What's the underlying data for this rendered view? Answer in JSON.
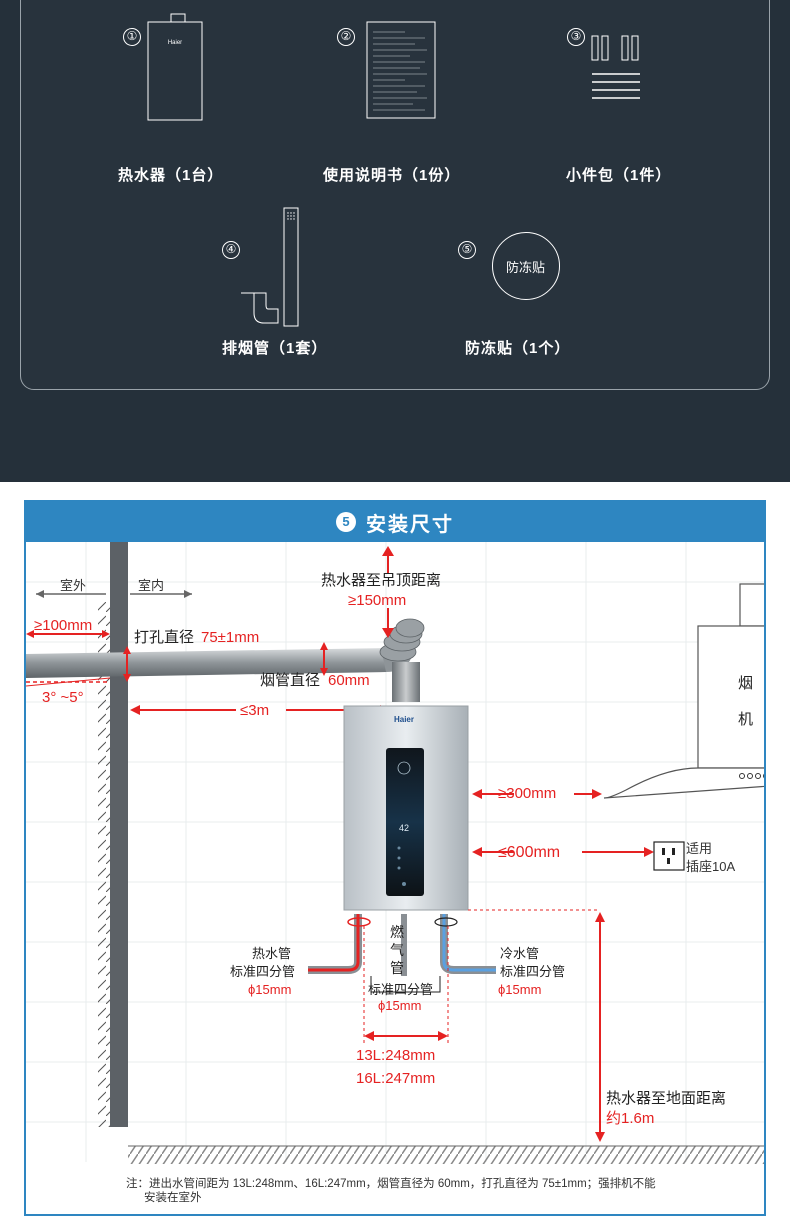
{
  "contents": {
    "items": [
      {
        "num": "①",
        "label": "热水器（1台）",
        "brand": "Haier"
      },
      {
        "num": "②",
        "label": "使用说明书（1份）"
      },
      {
        "num": "③",
        "label": "小件包（1件）"
      },
      {
        "num": "④",
        "label": "排烟管（1套）"
      },
      {
        "num": "⑤",
        "label": "防冻贴（1个）",
        "sticker_text": "防冻贴"
      }
    ]
  },
  "install": {
    "section_num": "5",
    "title": "安装尺寸",
    "outdoor": "室外",
    "indoor": "室内",
    "ceiling_label": "热水器至吊顶距离",
    "ceiling_value": "≥150mm",
    "wall_extend": "≥100mm",
    "hole_label": "打孔直径",
    "hole_value": "75±1mm",
    "angle": "3°  ~5°",
    "pipe_label": "烟管直径",
    "pipe_value": "60mm",
    "horizontal": "≤3m",
    "heater_brand": "Haier",
    "display_temp": "42",
    "hood_text1": "烟",
    "hood_text2": "机",
    "hood_dist": "≥300mm",
    "socket_dist": "≤600mm",
    "socket_label1": "适用",
    "socket_label2": "插座10A",
    "hot_pipe1": "热水管",
    "hot_pipe2": "标准四分管",
    "hot_pipe3": "ϕ15mm",
    "gas_pipe_chars": [
      "燃",
      "气",
      "管"
    ],
    "gas_pipe2": "标准四分管",
    "gas_pipe3": "ϕ15mm",
    "cold_pipe1": "冷水管",
    "cold_pipe2": "标准四分管",
    "cold_pipe3": "ϕ15mm",
    "spacing1": "13L:248mm",
    "spacing2": "16L:247mm",
    "floor_label": "热水器至地面距离",
    "floor_value": "约1.6m",
    "note_line1": "注：进出水管间距为 13L:248mm、16L:247mm，烟管直径为 60mm，打孔直径为 75±1mm；强排机不能",
    "note_line2": "安装在室外"
  },
  "colors": {
    "accent_blue": "#2e86c1",
    "red": "#e52222",
    "dark_bg": "#25303a"
  }
}
